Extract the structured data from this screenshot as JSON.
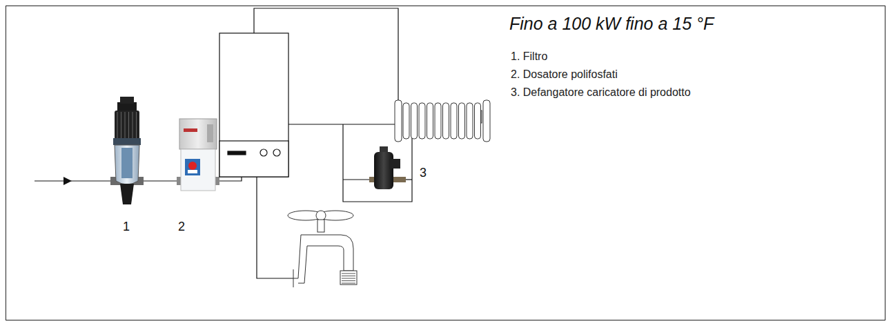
{
  "diagram": {
    "title": "Fino a 100 kW fino a 15 °F",
    "labels": [
      "1. Filtro",
      "2. Dosatore polifosfati",
      "3. Defangatore caricatore di prodotto",
      "1",
      "2",
      "3"
    ]
  }
}
